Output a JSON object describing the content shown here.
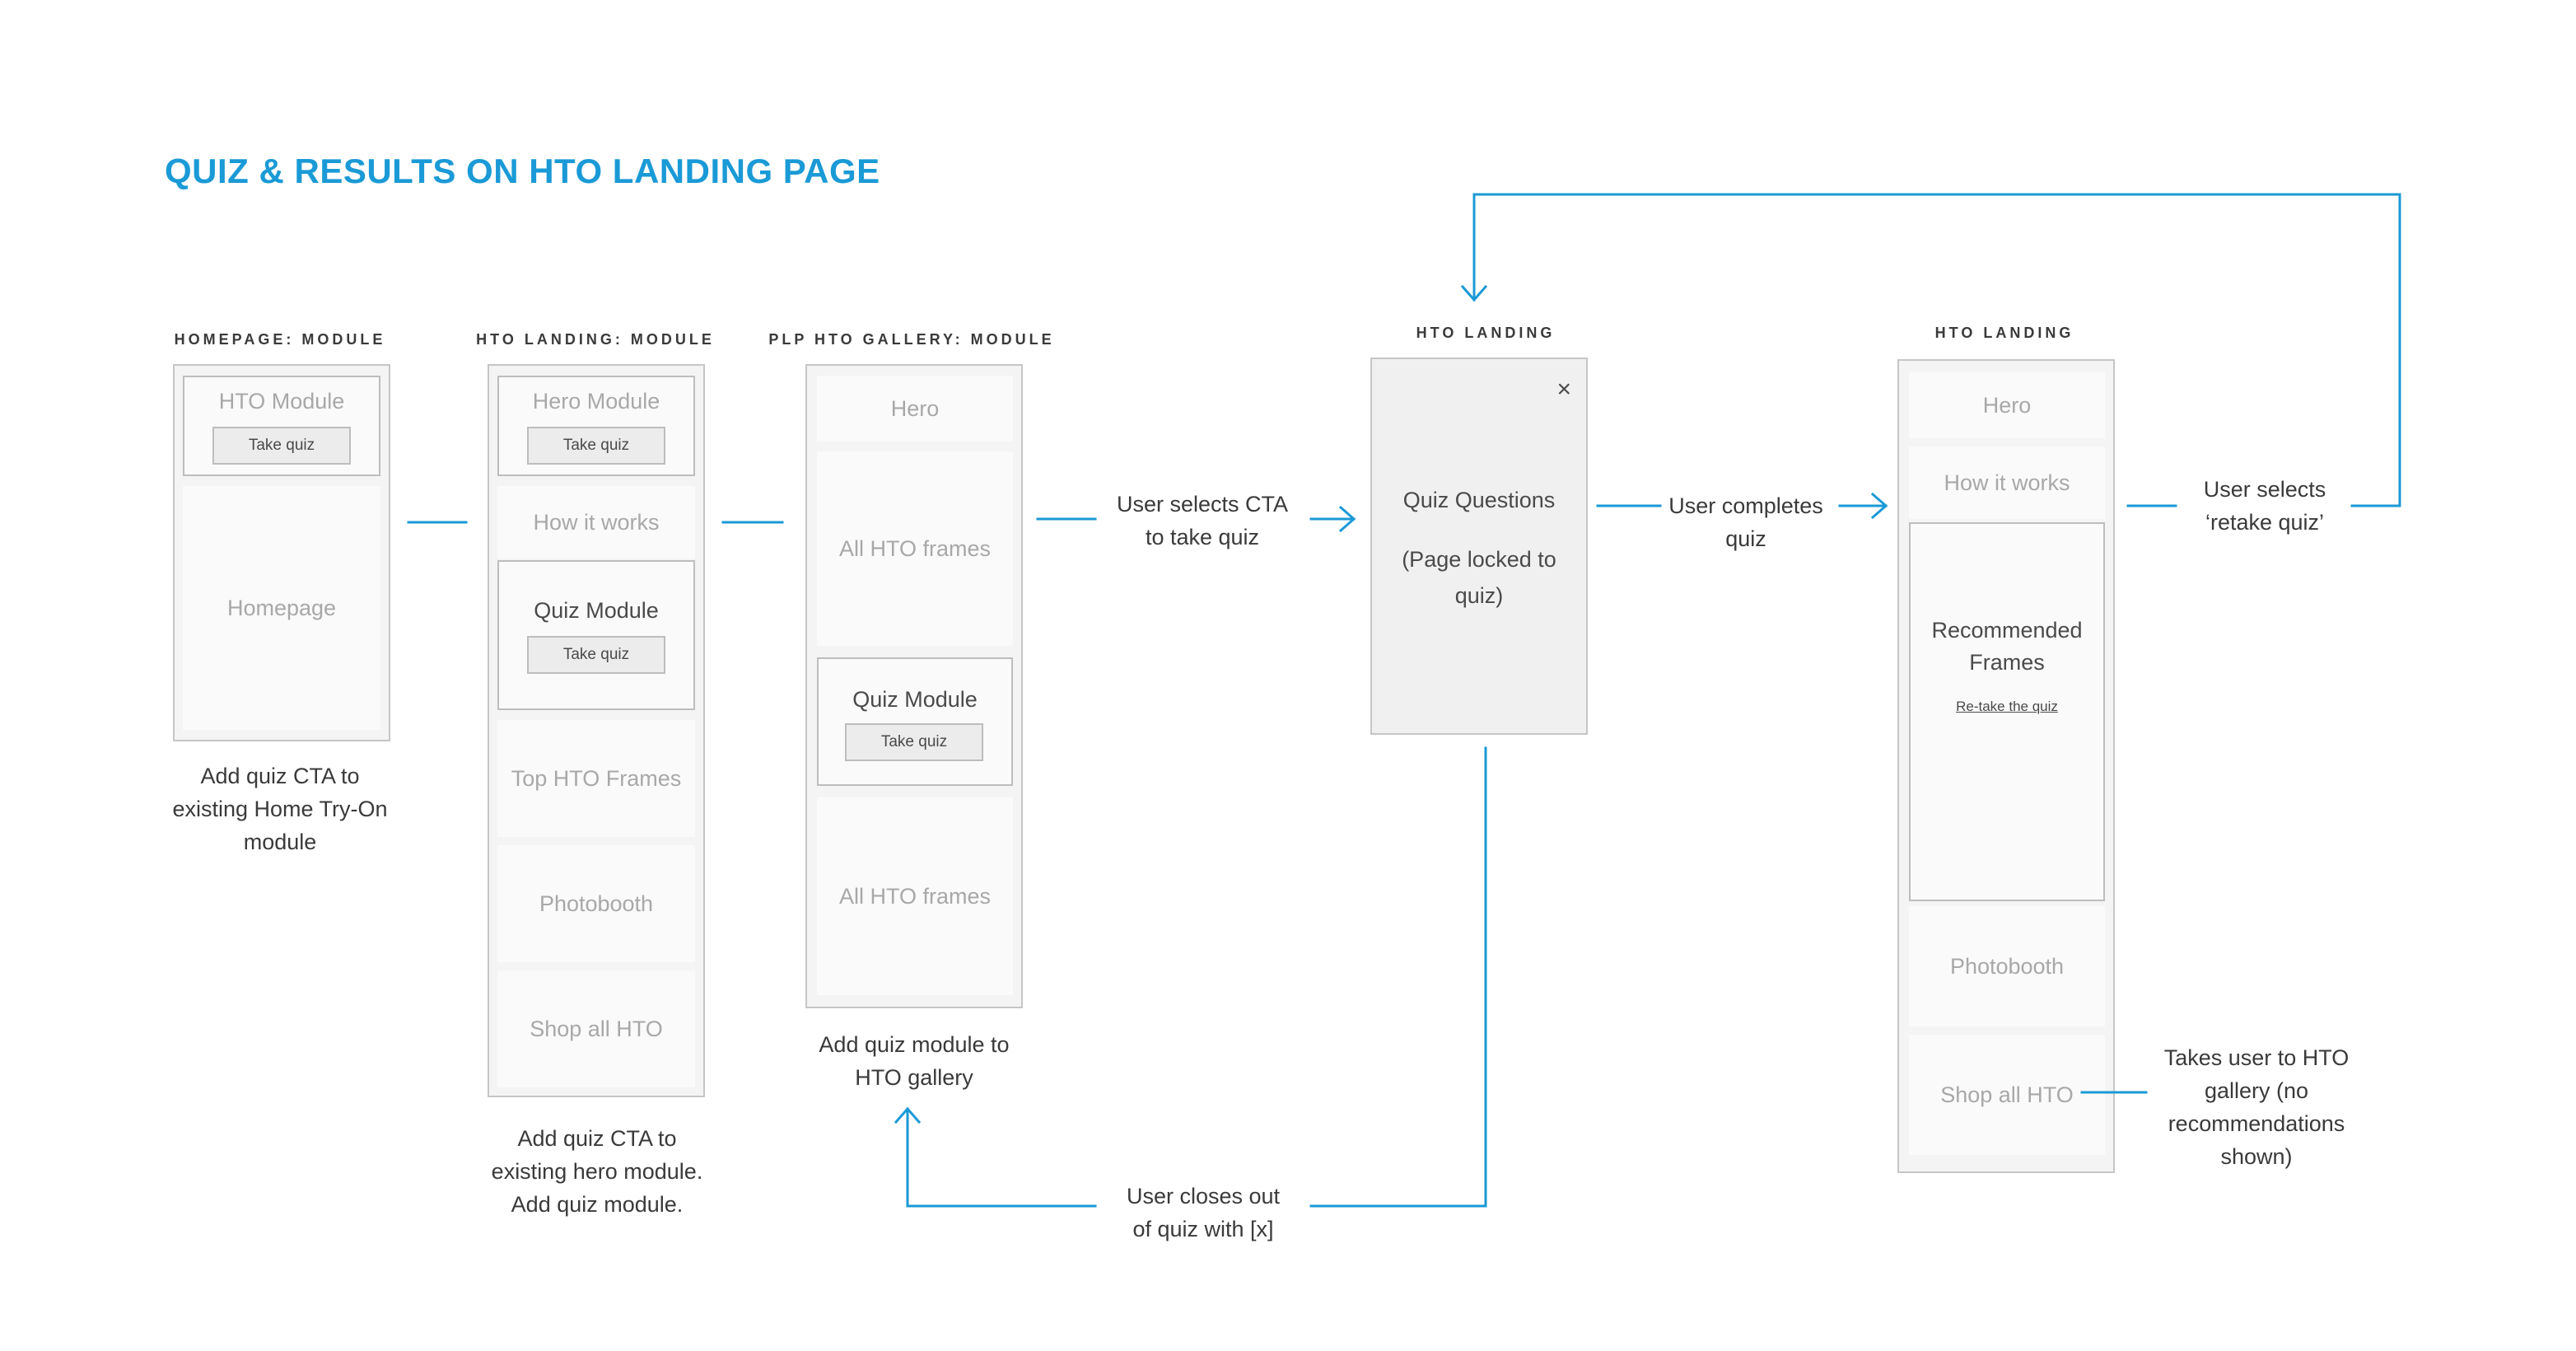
{
  "title": "QUIZ & RESULTS ON HTO LANDING PAGE",
  "columns": {
    "homepage": {
      "label": "HOMEPAGE: MODULE",
      "hto_module": "HTO Module",
      "take_quiz": "Take quiz",
      "homepage_block": "Homepage",
      "caption": [
        "Add quiz CTA to",
        "existing Home Try-On",
        "module"
      ]
    },
    "hto_landing_module": {
      "label": "HTO LANDING: MODULE",
      "hero_module": "Hero Module",
      "take_quiz_hero": "Take quiz",
      "how_it_works": "How it works",
      "quiz_module": "Quiz Module",
      "take_quiz_module": "Take quiz",
      "top_frames": "Top HTO Frames",
      "photobooth": "Photobooth",
      "shop_all": "Shop all HTO",
      "caption": [
        "Add quiz CTA to",
        "existing hero module.",
        "Add quiz module."
      ]
    },
    "plp_gallery": {
      "label": "PLP HTO GALLERY: MODULE",
      "hero": "Hero",
      "all_frames_top": "All HTO frames",
      "quiz_module": "Quiz Module",
      "take_quiz": "Take quiz",
      "all_frames_bottom": "All HTO frames",
      "caption": [
        "Add quiz module to",
        "HTO gallery"
      ]
    },
    "hto_landing_quiz": {
      "label": "HTO LANDING",
      "close_symbol": "×",
      "quiz_questions": "Quiz Questions",
      "locked_line1": "(Page locked to",
      "locked_line2": "quiz)"
    },
    "hto_landing_results": {
      "label": "HTO LANDING",
      "hero": "Hero",
      "how_it_works": "How it works",
      "recommended_line1": "Recommended",
      "recommended_line2": "Frames",
      "retake_link": "Re-take the quiz",
      "photobooth": "Photobooth",
      "shop_all": "Shop all HTO"
    }
  },
  "flow": {
    "selects_cta": [
      "User selects CTA",
      "to take quiz"
    ],
    "completes_quiz": [
      "User completes",
      "quiz"
    ],
    "selects_retake": [
      "User selects",
      "‘retake quiz’"
    ],
    "closes_quiz": [
      "User closes out",
      "of quiz with [x]"
    ],
    "takes_to_gallery": [
      "Takes user to HTO",
      "gallery (no",
      "recommendations",
      "shown)"
    ]
  },
  "colors": {
    "accent": "#1a9ad6",
    "frame_border": "#c6c6c6",
    "block_fill": "#fafafa",
    "divider": "#9a9a9a"
  }
}
